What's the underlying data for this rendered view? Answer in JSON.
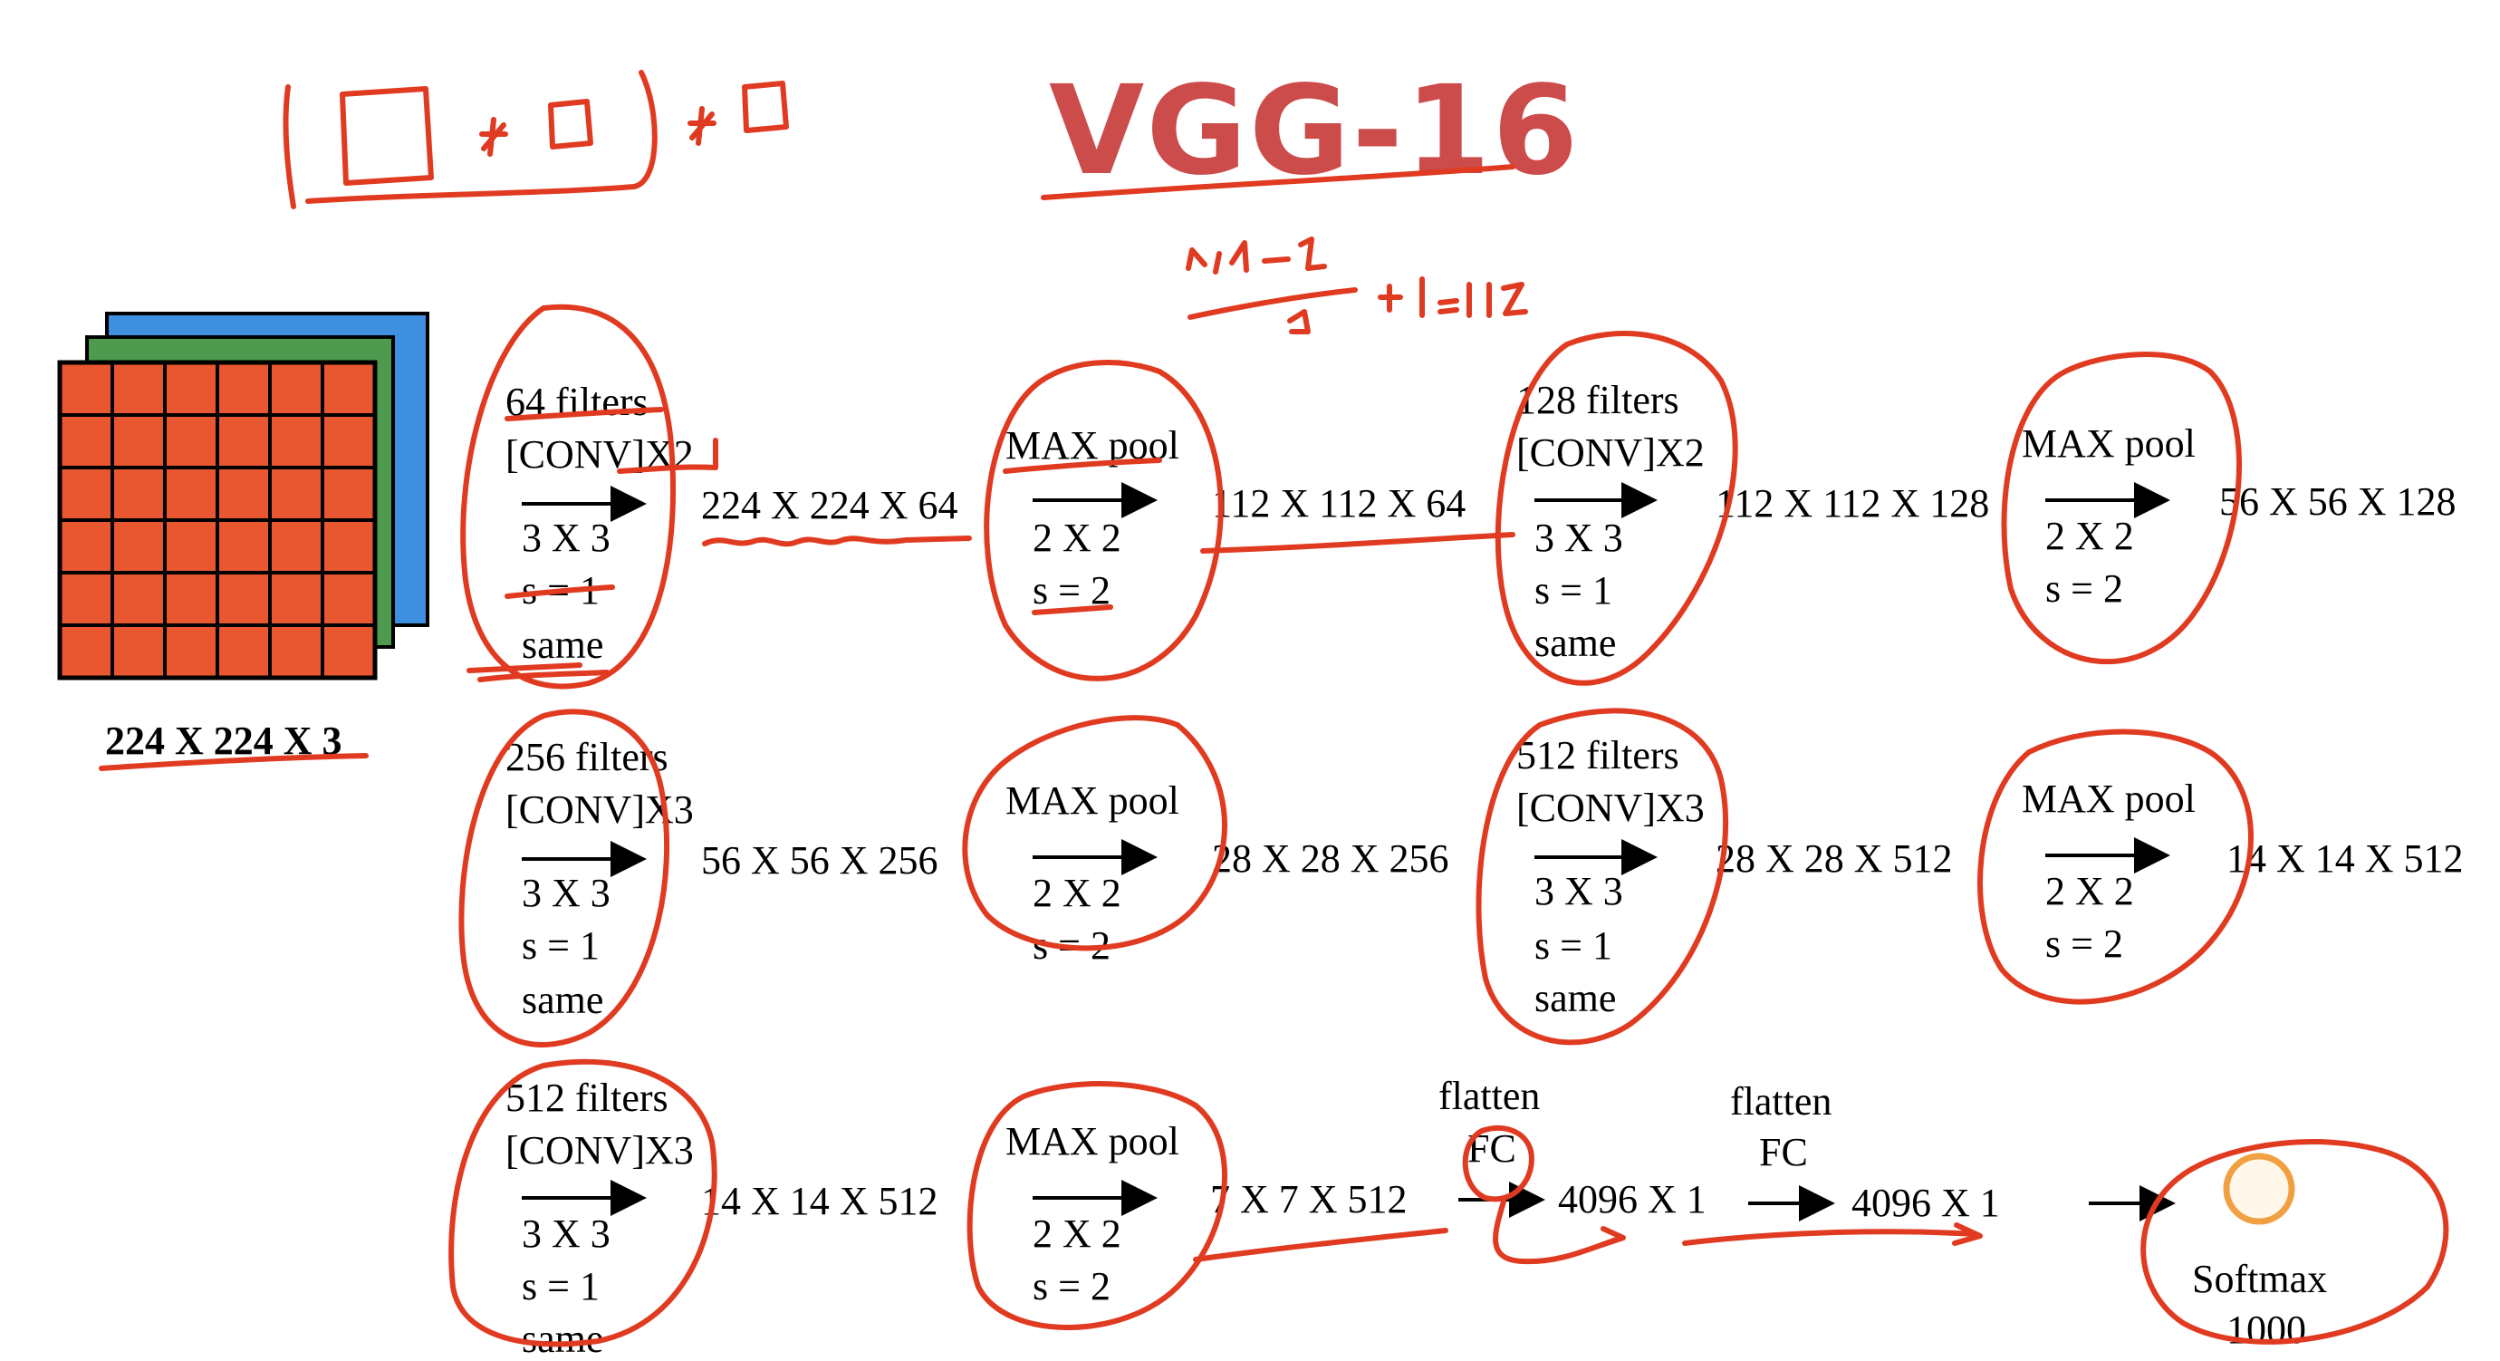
{
  "title": "VGG-16",
  "input": {
    "label": "224 X 224 X 3"
  },
  "rows": [
    [
      {
        "type": "conv",
        "filters": "64 filters",
        "op": "[CONV]X2",
        "kernel": "3 X 3",
        "stride": "s = 1",
        "padding": "same"
      },
      {
        "type": "dim",
        "text": "224 X 224 X 64"
      },
      {
        "type": "pool",
        "op": "MAX pool",
        "kernel": "2 X 2",
        "stride": "s = 2"
      },
      {
        "type": "dim",
        "text": "112 X 112 X 64"
      },
      {
        "type": "conv",
        "filters": "128 filters",
        "op": "[CONV]X2",
        "kernel": "3 X 3",
        "stride": "s = 1",
        "padding": "same"
      },
      {
        "type": "dim",
        "text": "112 X 112 X 128"
      },
      {
        "type": "pool",
        "op": "MAX pool",
        "kernel": "2 X 2",
        "stride": "s = 2"
      },
      {
        "type": "dim",
        "text": "56 X 56 X 128"
      }
    ],
    [
      {
        "type": "conv",
        "filters": "256 filters",
        "op": "[CONV]X3",
        "kernel": "3 X 3",
        "stride": "s = 1",
        "padding": "same"
      },
      {
        "type": "dim",
        "text": "56 X 56 X 256"
      },
      {
        "type": "pool",
        "op": "MAX pool",
        "kernel": "2 X 2",
        "stride": "s = 2"
      },
      {
        "type": "dim",
        "text": "28 X 28 X 256"
      },
      {
        "type": "conv",
        "filters": "512 filters",
        "op": "[CONV]X3",
        "kernel": "3 X 3",
        "stride": "s = 1",
        "padding": "same"
      },
      {
        "type": "dim",
        "text": "28 X 28 X 512"
      },
      {
        "type": "pool",
        "op": "MAX pool",
        "kernel": "2 X 2",
        "stride": "s = 2"
      },
      {
        "type": "dim",
        "text": "14 X 14 X 512"
      }
    ],
    [
      {
        "type": "conv",
        "filters": "512 filters",
        "op": "[CONV]X3",
        "kernel": "3 X 3",
        "stride": "s = 1",
        "padding": "same"
      },
      {
        "type": "dim",
        "text": "14 X 14 X 512"
      },
      {
        "type": "pool",
        "op": "MAX pool",
        "kernel": "2 X 2",
        "stride": "s = 2"
      },
      {
        "type": "dim",
        "text": "7 X 7 X 512"
      },
      {
        "type": "fc",
        "line1": "flatten",
        "line2": "FC"
      },
      {
        "type": "dim",
        "text": "4096 X 1"
      },
      {
        "type": "fc",
        "line1": "flatten",
        "line2": "FC"
      },
      {
        "type": "dim",
        "text": "4096 X 1"
      },
      {
        "type": "softmax",
        "label": "Softmax",
        "count": "1000"
      }
    ]
  ],
  "annotation": {
    "numerator": "224 - 2",
    "denominator": "2",
    "suffix": "+1 = 112"
  },
  "colors": {
    "title": "#cc4b4b",
    "ink": "#e03a20",
    "grid_red": "#e8572f",
    "grid_green": "#4e9a4e",
    "grid_blue": "#3f8fe0",
    "softmax_ring": "#f0a040"
  }
}
